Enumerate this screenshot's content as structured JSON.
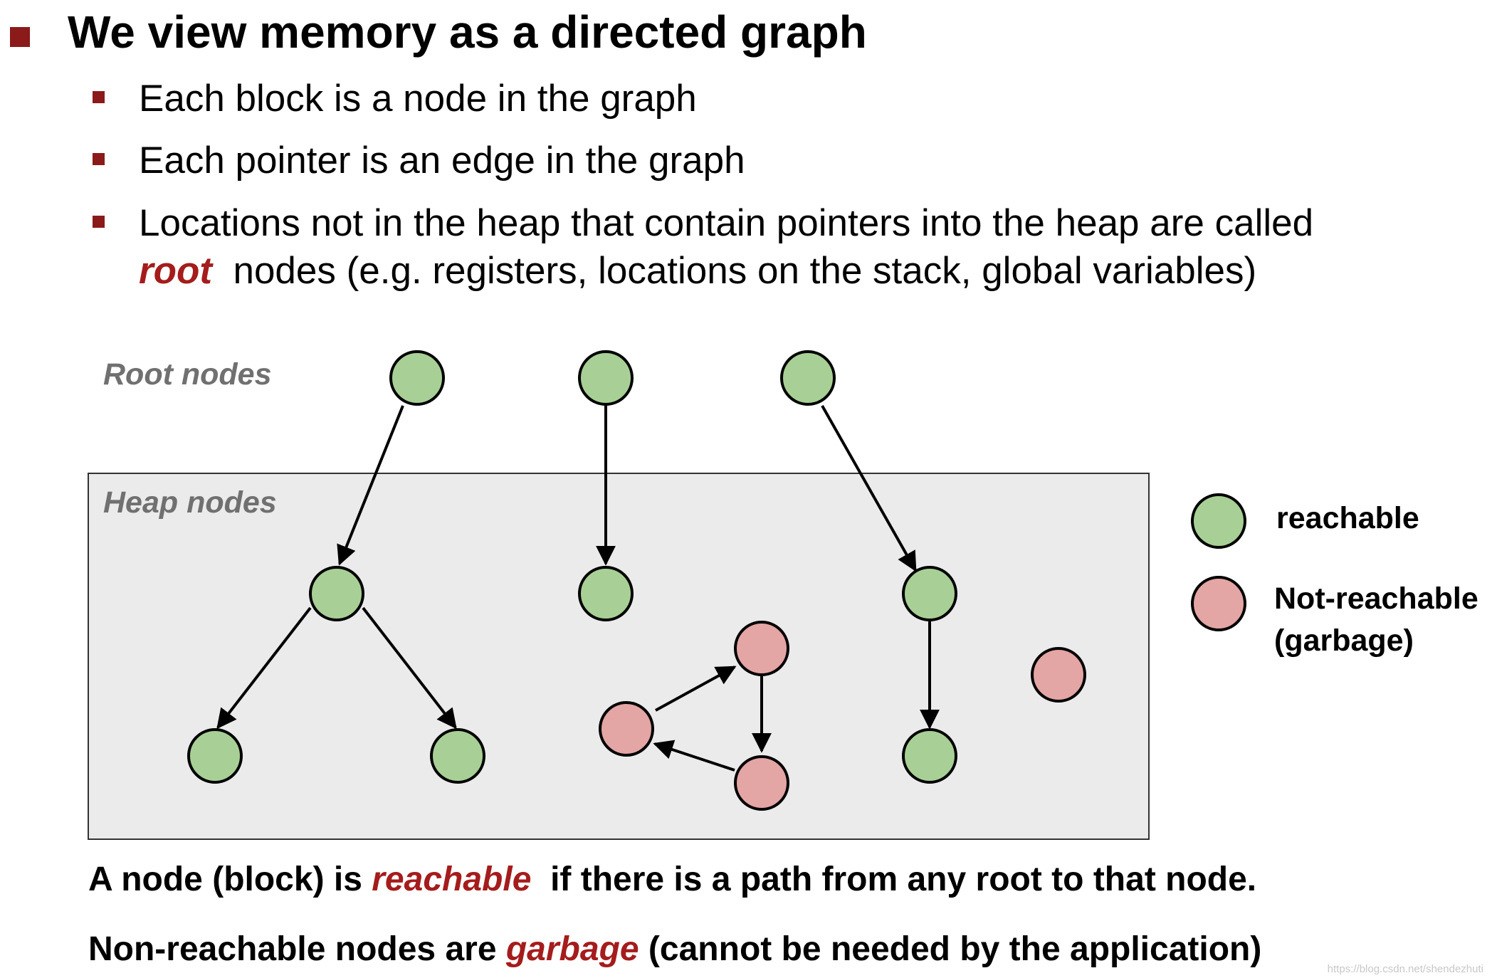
{
  "title": "We view memory as a directed graph",
  "bullets": [
    "Each block is a node in the graph",
    "Each pointer is an edge in the graph",
    "Locations not in the heap that contain pointers into the heap are called"
  ],
  "bullet3_line2": {
    "root": "root",
    "rest": "nodes  (e.g. registers, locations on the stack, global variables)"
  },
  "diagram": {
    "root_label": "Root nodes",
    "heap_label": "Heap nodes"
  },
  "legend": {
    "reachable": "reachable",
    "not_reachable_1": "Not-reachable",
    "not_reachable_2": "(garbage)"
  },
  "footer": {
    "line1_a": "A node (block) is ",
    "line1_em": "reachable",
    "line1_b": "  if there is a path from any root to that node.",
    "line2_a": "Non-reachable nodes are ",
    "line2_em": "garbage",
    "line2_b": " (cannot be needed by the application)"
  },
  "watermark": "https://blog.csdn.net/shendezhuti",
  "colors": {
    "accent": "#8B1A1A",
    "emphasis": "#A51C1C",
    "reachable_fill": "#A8D096",
    "garbage_fill": "#E4A5A5",
    "heap_bg": "#EBEBEB"
  }
}
